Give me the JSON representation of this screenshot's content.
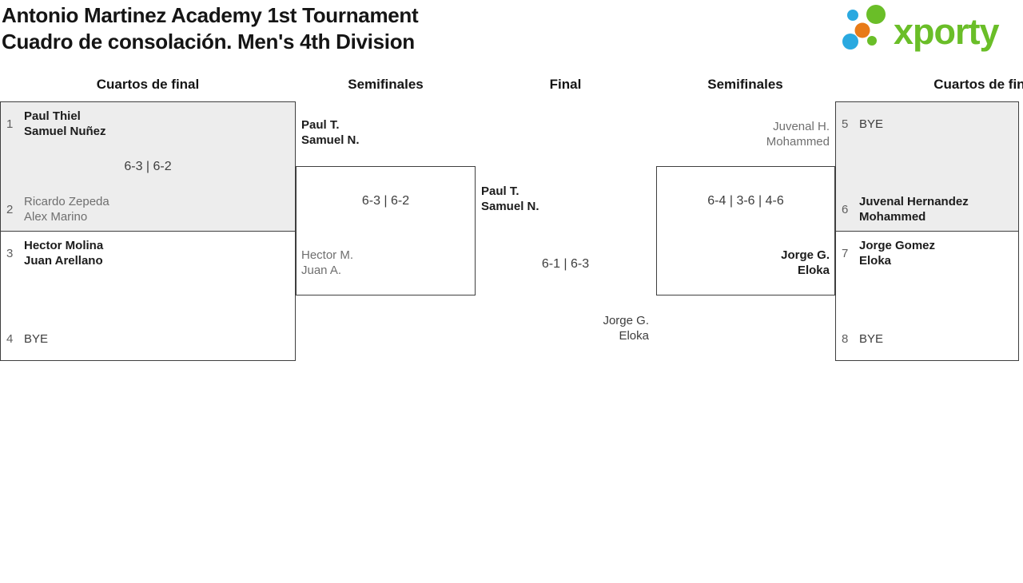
{
  "title": {
    "line1": "Antonio Martinez Academy 1st Tournament",
    "line2": "Cuadro de consolación. Men's 4th Division"
  },
  "logo": {
    "text": "xporty",
    "green": "#6abe28",
    "blue": "#2aa9e0",
    "orange": "#e87b17"
  },
  "round_headers": {
    "r1": "Cuartos de final",
    "r2": "Semifinales",
    "r3": "Final",
    "r4": "Semifinales",
    "r5": "Cuartos de final"
  },
  "colors": {
    "box_fill_highlight": "#ededed",
    "box_border": "#3f3f3f",
    "winner_text": "#1c1c1c",
    "loser_text": "#6f6f6f",
    "score_text": "#3d3d3d",
    "seed_text": "#5f5f5f",
    "background": "#ffffff"
  },
  "matches": {
    "qf1": {
      "seed_a": "1",
      "a1": "Paul Thiel",
      "a2": "Samuel Nuñez",
      "score": "6-3 | 6-2",
      "seed_b": "2",
      "b1": "Ricardo Zepeda",
      "b2": "Alex Marino"
    },
    "qf2": {
      "seed_a": "3",
      "a1": "Hector Molina",
      "a2": "Juan Arellano",
      "seed_b": "4",
      "b1": "BYE"
    },
    "qf3": {
      "seed_a": "5",
      "a1": "BYE",
      "seed_b": "6",
      "b1": "Juvenal Hernandez",
      "b2": "Mohammed"
    },
    "qf4": {
      "seed_a": "7",
      "a1": "Jorge Gomez",
      "a2": "Eloka",
      "seed_b": "8",
      "b1": "BYE"
    },
    "sf1": {
      "winner1": "Paul T.",
      "winner2": "Samuel N.",
      "score": "6-3 | 6-2",
      "loser1": "Hector M.",
      "loser2": "Juan A."
    },
    "sf2": {
      "loser1": "Juvenal H.",
      "loser2": "Mohammed",
      "score": "6-4 | 3-6 | 4-6",
      "winner1": "Jorge G.",
      "winner2": "Eloka"
    },
    "final": {
      "a1": "Paul T.",
      "a2": "Samuel N.",
      "score": "6-1 | 6-3",
      "b1": "Jorge G.",
      "b2": "Eloka"
    }
  }
}
